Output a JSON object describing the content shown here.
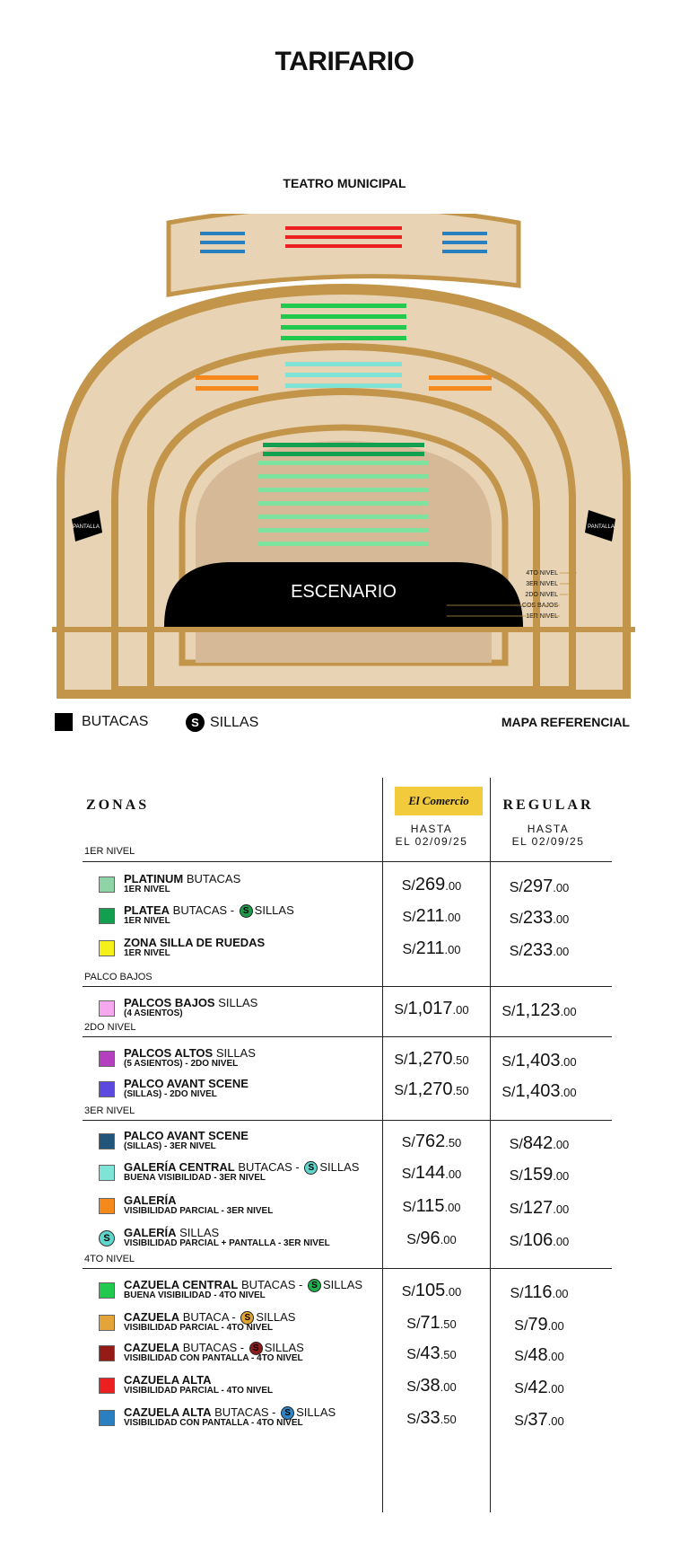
{
  "title": "TARIFARIO",
  "venue": "TEATRO MUNICIPAL",
  "map": {
    "stage_label": "ESCENARIO",
    "pantalla": "PANTALLA",
    "level_labels": [
      "4TO NIVEL",
      "3ER NIVEL",
      "2DO NIVEL",
      "PALCOS BAJOS",
      "1ER NIVEL"
    ]
  },
  "legend": {
    "butacas": "BUTACAS",
    "sillas": "SILLAS",
    "s_symbol": "S",
    "map_ref": "MAPA REFERENCIAL"
  },
  "header": {
    "zonas": "ZONAS",
    "elcomercio": "El Comercio",
    "regular": "REGULAR",
    "hasta_line1": "HASTA",
    "hasta_line2": "EL 02/09/25"
  },
  "currency": "S/",
  "sections": [
    {
      "label": "1ER NIVEL"
    },
    {
      "label": "PALCO BAJOS"
    },
    {
      "label": "2DO NIVEL"
    },
    {
      "label": "3ER NIVEL"
    },
    {
      "label": "4TO NIVEL"
    }
  ],
  "zones": [
    {
      "bold": "PLATINUM",
      "rest": " BUTACAS",
      "sub": "1ER NIVEL",
      "color": "#8fd4a6",
      "ec": [
        "269",
        ".00"
      ],
      "reg": [
        "297",
        ".00"
      ]
    },
    {
      "bold": "PLATEA",
      "rest": " BUTACAS  - ",
      "sillas": "SILLAS",
      "s_color": "#1e9a4a",
      "sub": "1ER NIVEL",
      "color": "#12a050",
      "ec": [
        "211",
        ".00"
      ],
      "reg": [
        "233",
        ".00"
      ]
    },
    {
      "bold": "ZONA SILLA DE RUEDAS",
      "rest": "",
      "sub": "1ER NIVEL",
      "color": "#f5f019",
      "ec": [
        "211",
        ".00"
      ],
      "reg": [
        "233",
        ".00"
      ]
    },
    {
      "bold": "PALCOS BAJOS",
      "rest": " SILLAS",
      "sub": "(4 ASIENTOS)",
      "color": "#f7a7f0",
      "ec": [
        "1,017",
        ".00"
      ],
      "reg": [
        "1,123",
        ".00"
      ]
    },
    {
      "bold": "PALCOS ALTOS",
      "rest": " SILLAS",
      "sub": "(5 ASIENTOS) - 2DO NIVEL",
      "color": "#b43fbf",
      "ec": [
        "1,270",
        ".50"
      ],
      "reg": [
        "1,403",
        ".00"
      ]
    },
    {
      "bold": "PALCO AVANT SCENE",
      "rest": "",
      "sub": "(SILLAS) - 2DO NIVEL",
      "color": "#5b49e0",
      "ec": [
        "1,270",
        ".50"
      ],
      "reg": [
        "1,403",
        ".00"
      ]
    },
    {
      "bold": "PALCO AVANT SCENE",
      "rest": "",
      "sub": "(SILLAS) - 3ER NIVEL",
      "color": "#22557a",
      "ec": [
        "762",
        ".50"
      ],
      "reg": [
        "842",
        ".00"
      ]
    },
    {
      "bold": "GALERÍA CENTRAL",
      "rest": " BUTACAS - ",
      "sillas": "SILLAS",
      "s_color": "#5fd6cc",
      "sub": "BUENA VISIBILIDAD - 3ER NIVEL",
      "color": "#7fe3d6",
      "ec": [
        "144",
        ".00"
      ],
      "reg": [
        "159",
        ".00"
      ]
    },
    {
      "bold": "GALERÍA",
      "rest": "",
      "sub": "VISIBILIDAD PARCIAL  - 3ER NIVEL",
      "color": "#f5891b",
      "ec": [
        "115",
        ".00"
      ],
      "reg": [
        "127",
        ".00"
      ]
    },
    {
      "bold": "GALERÍA",
      "rest": " SILLAS",
      "sub": "VISIBILIDAD PARCIAL + PANTALLA  - 3ER NIVEL",
      "circle": "S",
      "color": "#5fd6cc",
      "ec": [
        "96",
        ".00"
      ],
      "reg": [
        "106",
        ".00"
      ]
    },
    {
      "bold": "CAZUELA CENTRAL",
      "rest": " BUTACAS - ",
      "sillas": "SILLAS",
      "s_color": "#21b04a",
      "sub": "BUENA VISIBILIDAD - 4TO NIVEL",
      "color": "#21c94f",
      "ec": [
        "105",
        ".00"
      ],
      "reg": [
        "116",
        ".00"
      ]
    },
    {
      "bold": "CAZUELA",
      "rest": " BUTACA - ",
      "sillas": "SILLAS",
      "s_color": "#e2a531",
      "sub": "VISIBILIDAD PARCIAL - 4TO NIVEL",
      "color": "#e3a43a",
      "ec": [
        "71",
        ".50"
      ],
      "reg": [
        "79",
        ".00"
      ]
    },
    {
      "bold": "CAZUELA",
      "rest": " BUTACAS - ",
      "sillas": "SILLAS",
      "s_color": "#8b1d1a",
      "sub": "VISIBILIDAD CON PANTALLA - 4TO NIVEL",
      "color": "#951b17",
      "ec": [
        "43",
        ".50"
      ],
      "reg": [
        "48",
        ".00"
      ]
    },
    {
      "bold": "CAZUELA ALTA",
      "rest": "",
      "sub": "VISIBILIDAD  PARCIAL - 4TO NIVEL",
      "color": "#ec2020",
      "ec": [
        "38",
        ".00"
      ],
      "reg": [
        "42",
        ".00"
      ]
    },
    {
      "bold": "CAZUELA ALTA",
      "rest": " BUTACAS - ",
      "sillas": "SILLAS",
      "s_color": "#2e86c8",
      "sub": "VISIBILIDAD  CON PANTALLA - 4TO NIVEL",
      "color": "#2a7fc0",
      "ec": [
        "33",
        ".50"
      ],
      "reg": [
        "37",
        ".00"
      ]
    }
  ]
}
